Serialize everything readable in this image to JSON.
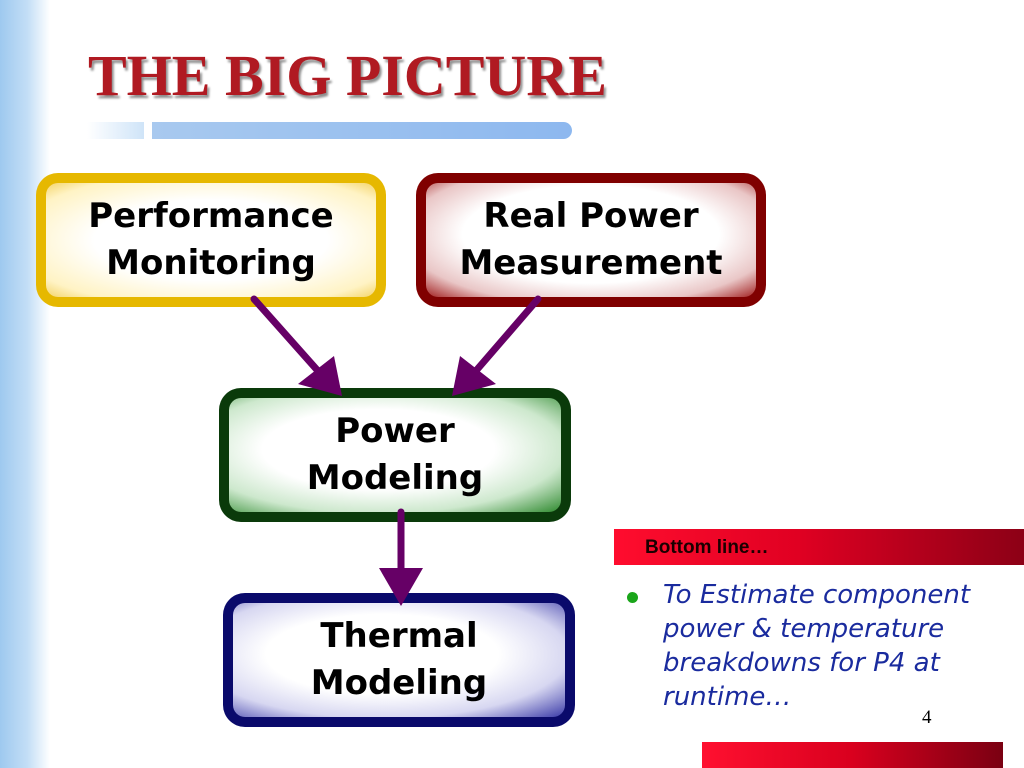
{
  "slide": {
    "title": "THE BIG PICTURE",
    "page_number": "4"
  },
  "diagram": {
    "nodes": [
      {
        "id": "performance-monitoring",
        "label": "Performance\nMonitoring",
        "color": "#e6b800"
      },
      {
        "id": "real-power-measurement",
        "label": "Real Power\nMeasurement",
        "color": "#800000"
      },
      {
        "id": "power-modeling",
        "label": "Power\nModeling",
        "color": "#0a3a0a"
      },
      {
        "id": "thermal-modeling",
        "label": "Thermal\nModeling",
        "color": "#0a0a6b"
      }
    ],
    "edges": [
      {
        "from": "performance-monitoring",
        "to": "power-modeling"
      },
      {
        "from": "real-power-measurement",
        "to": "power-modeling"
      },
      {
        "from": "power-modeling",
        "to": "thermal-modeling"
      }
    ],
    "arrow_color": "#660066"
  },
  "callout": {
    "label": "Bottom line…",
    "bullet": "To Estimate component\npower &  temperature\nbreakdowns for P4 at\nruntime…",
    "bullet_color": "#1a2b9e",
    "accent_color": "#e00022"
  }
}
